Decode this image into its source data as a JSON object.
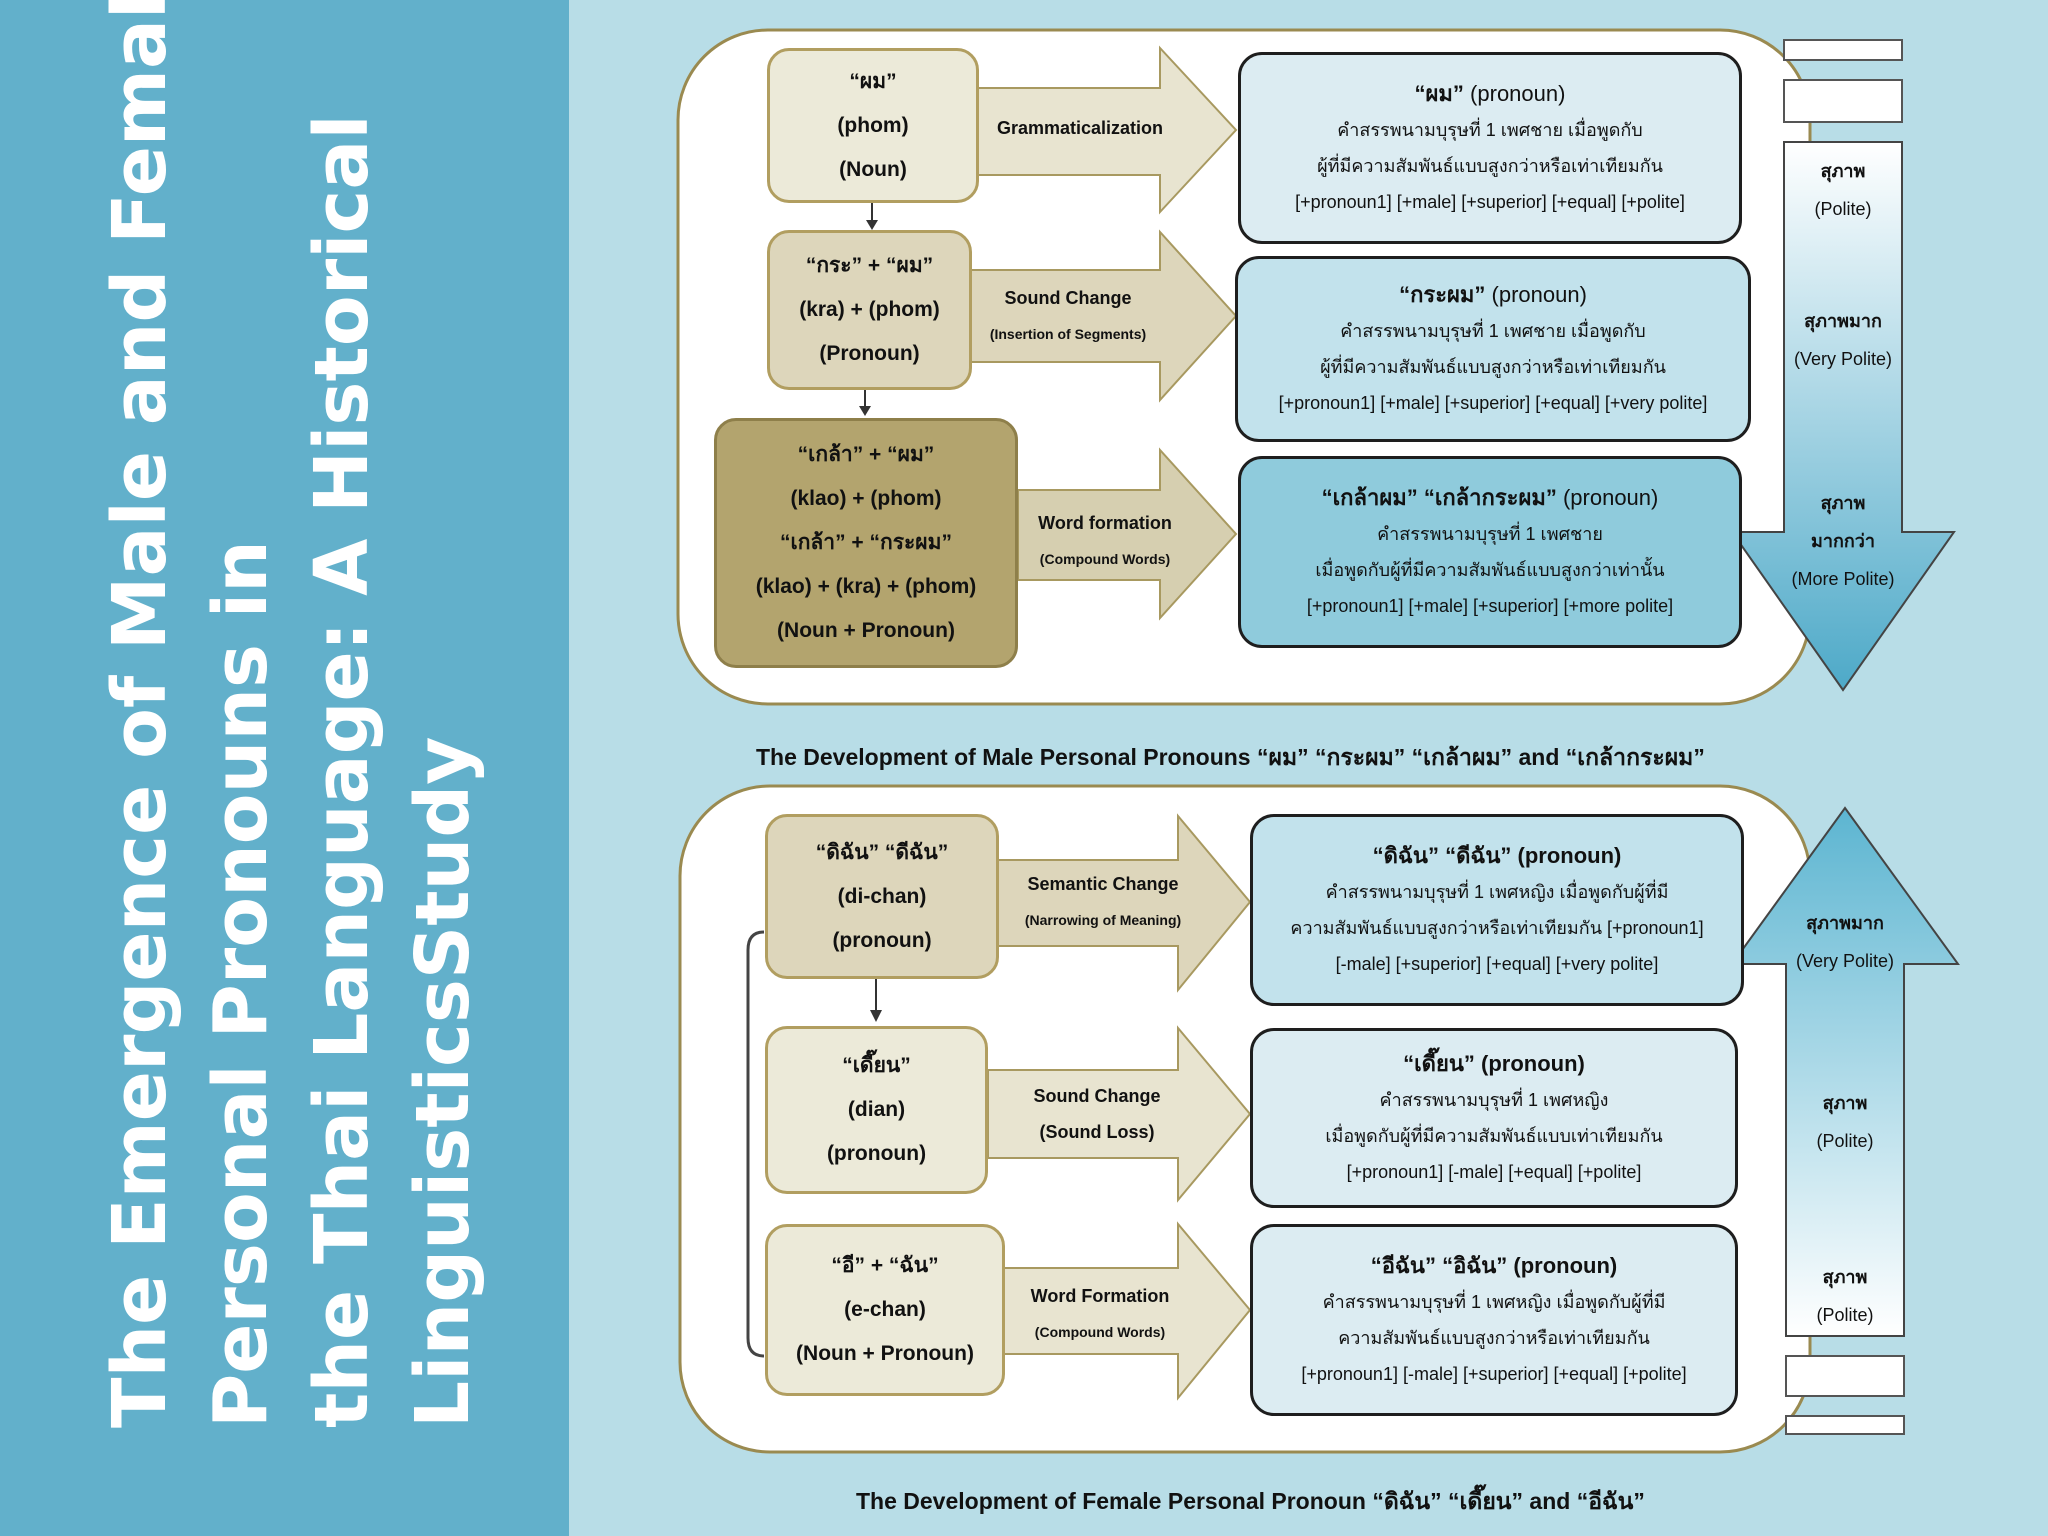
{
  "title_lines": [
    "The Emergence of Male and Female",
    "Personal Pronouns in",
    "the Thai Language: A Historical",
    "LinguisticsStudy"
  ],
  "male": {
    "sources": [
      {
        "lines": [
          "“ผม”",
          "(phom)",
          "(Noun)"
        ]
      },
      {
        "lines": [
          "“กระ” + “ผม”",
          "(kra) + (phom)",
          "(Pronoun)"
        ]
      },
      {
        "lines": [
          "“เกล้า” + “ผม”",
          "(klao) + (phom)",
          "“เกล้า” + “กระผม”",
          "(klao) + (kra) + (phom)",
          "(Noun + Pronoun)"
        ]
      }
    ],
    "processes": [
      {
        "main": "Grammaticalization",
        "sub": ""
      },
      {
        "main": "Sound Change",
        "sub": "(Insertion of Segments)"
      },
      {
        "main": "Word formation",
        "sub": "(Compound Words)"
      }
    ],
    "results": [
      {
        "head_bold": "“ผม”",
        "head_rest": " (pronoun)",
        "lines": [
          "คำสรรพนามบุรุษที่ 1 เพศชาย เมื่อพูดกับ",
          "ผู้ที่มีความสัมพันธ์แบบสูงกว่าหรือเท่าเทียมกัน",
          "[+pronoun1] [+male] [+superior] [+equal] [+polite]"
        ]
      },
      {
        "head_bold": "“กระผม”",
        "head_rest": " (pronoun)",
        "lines": [
          "คำสรรพนามบุรุษที่ 1 เพศชาย เมื่อพูดกับ",
          "ผู้ที่มีความสัมพันธ์แบบสูงกว่าหรือเท่าเทียมกัน",
          "[+pronoun1] [+male] [+superior] [+equal] [+very polite]"
        ]
      },
      {
        "head_bold": "“เกล้าผม” “เกล้ากระผม”",
        "head_rest": " (pronoun)",
        "lines": [
          "คำสรรพนามบุรุษที่ 1 เพศชาย",
          "เมื่อพูดกับผู้ที่มีความสัมพันธ์แบบสูงกว่าเท่านั้น",
          "[+pronoun1] [+male] [+superior] [+more polite]"
        ]
      }
    ],
    "scale": [
      {
        "th": "สุภาพ",
        "en": "(Polite)"
      },
      {
        "th": "สุภาพมาก",
        "en": "(Very Polite)"
      },
      {
        "th": "สุภาพ",
        "th2": "มากกว่า",
        "en": "(More Polite)"
      }
    ],
    "caption": "The Development of Male Personal Pronouns “ผม” “กระผม” “เกล้าผม” and “เกล้ากระผม”"
  },
  "female": {
    "sources": [
      {
        "lines": [
          "“ดิฉัน” “ดีฉัน”",
          "(di-chan)",
          "(pronoun)"
        ]
      },
      {
        "lines": [
          "“เดี๊ยน”",
          "(dian)",
          "(pronoun)"
        ]
      },
      {
        "lines": [
          "“อี” + “ฉัน”",
          "(e-chan)",
          "(Noun + Pronoun)"
        ]
      }
    ],
    "processes": [
      {
        "main": "Semantic Change",
        "sub": "(Narrowing of Meaning)"
      },
      {
        "main": "Sound Change",
        "sub": "(Sound Loss)"
      },
      {
        "main": "Word Formation",
        "sub": "(Compound Words)"
      }
    ],
    "results": [
      {
        "head_bold": "“ดิฉัน” “ดีฉัน” (pronoun)",
        "head_rest": "",
        "lines": [
          "คำสรรพนามบุรุษที่ 1 เพศหญิง เมื่อพูดกับผู้ที่มี",
          "ความสัมพันธ์แบบสูงกว่าหรือเท่าเทียมกัน [+pronoun1]",
          "[-male] [+superior] [+equal] [+very polite]"
        ]
      },
      {
        "head_bold": "“เดี๊ยน” (pronoun)",
        "head_rest": "",
        "lines": [
          "คำสรรพนามบุรุษที่ 1 เพศหญิง",
          "เมื่อพูดกับผู้ที่มีความสัมพันธ์แบบเท่าเทียมกัน",
          "[+pronoun1] [-male] [+equal] [+polite]"
        ]
      },
      {
        "head_bold": "“อีฉัน” “อิฉัน” (pronoun)",
        "head_rest": "",
        "lines": [
          "คำสรรพนามบุรุษที่ 1 เพศหญิง เมื่อพูดกับผู้ที่มี",
          "ความสัมพันธ์แบบสูงกว่าหรือเท่าเทียมกัน",
          "[+pronoun1] [-male] [+superior] [+equal] [+polite]"
        ]
      }
    ],
    "scale": [
      {
        "th": "สุภาพมาก",
        "en": "(Very Polite)"
      },
      {
        "th": "สุภาพ",
        "en": "(Polite)"
      },
      {
        "th": "สุภาพ",
        "en": "(Polite)"
      }
    ],
    "caption": "The Development of Female Personal Pronoun “ดิฉัน” “เดี๊ยน” and “อีฉัน”"
  },
  "colors": {
    "sidebar": "#62b0cb",
    "background": "#b8dde7",
    "panel_border": "#9a8a50",
    "arrow_fill": "#e8e4d0"
  }
}
